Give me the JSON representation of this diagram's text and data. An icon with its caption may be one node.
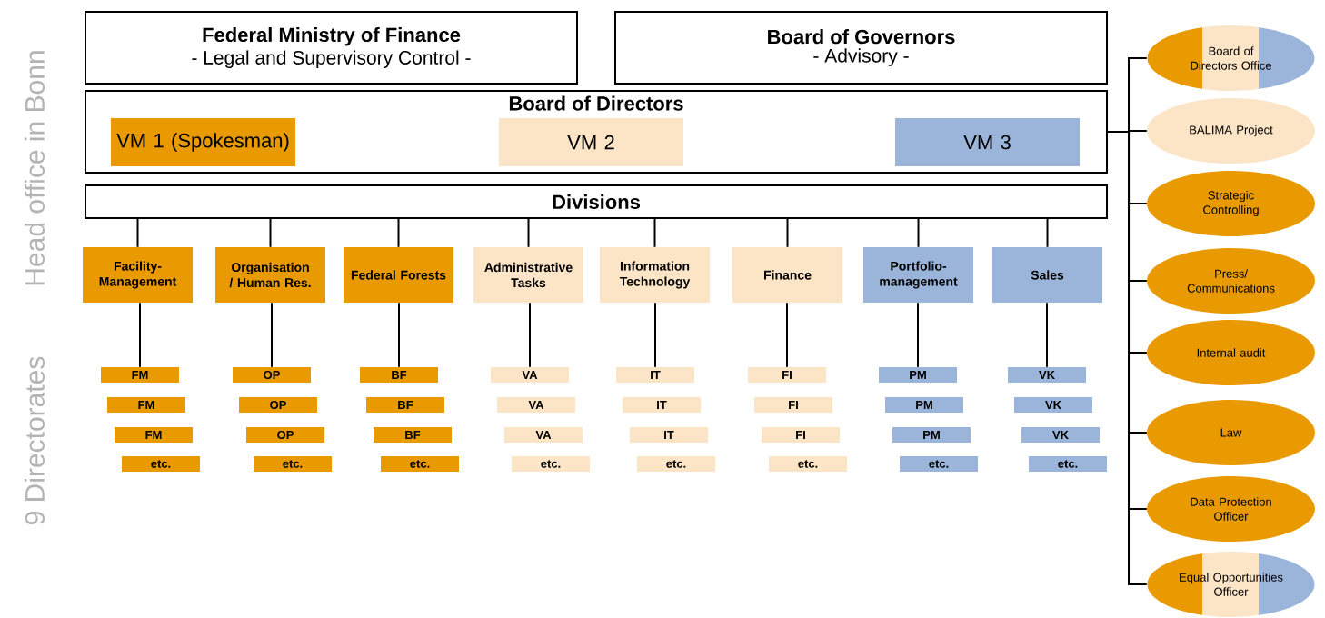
{
  "diagram": {
    "nodes": [
      {
        "text": [
          "Federal Ministry of Finance",
          "- Legal and Supervisory Control -"
        ]
      },
      {
        "text": [
          "Board of Governors",
          "- Advisory -"
        ]
      },
      {
        "text": [
          "Board of Directors"
        ]
      },
      {
        "text": [
          "VM 1 (Spokesman)"
        ],
        "in": 2
      },
      {
        "text": [
          "VM 2"
        ],
        "in": 2
      },
      {
        "text": [
          "VM 3"
        ],
        "in": 2
      },
      {
        "text": [
          "Divisions"
        ]
      },
      {
        "text": [
          "Facility-Management"
        ]
      },
      {
        "text": [
          "Organisation / Human Res."
        ]
      },
      {
        "text": [
          "Federal Forests"
        ]
      },
      {
        "text": [
          "Administrative Tasks"
        ]
      },
      {
        "text": [
          "Information Technology"
        ]
      },
      {
        "text": [
          "Finance"
        ]
      },
      {
        "text": [
          "Portfolio-management"
        ]
      },
      {
        "text": [
          "Sales"
        ]
      },
      {
        "text": [
          "FM"
        ]
      },
      {
        "text": [
          "OP"
        ]
      },
      {
        "text": [
          "BF"
        ]
      },
      {
        "text": [
          "VA"
        ]
      },
      {
        "text": [
          "IT"
        ]
      },
      {
        "text": [
          "FI"
        ]
      },
      {
        "text": [
          "PM"
        ]
      },
      {
        "text": [
          "VK"
        ]
      },
      {
        "text": [
          "FM"
        ]
      },
      {
        "text": [
          "OP"
        ]
      },
      {
        "text": [
          "BF"
        ]
      },
      {
        "text": [
          "VA"
        ]
      },
      {
        "text": [
          "IT"
        ]
      },
      {
        "text": [
          "FI"
        ]
      },
      {
        "text": [
          "PM"
        ]
      },
      {
        "text": [
          "VK"
        ]
      },
      {
        "text": [
          "FM"
        ]
      },
      {
        "text": [
          "OP"
        ]
      },
      {
        "text": [
          "BF"
        ]
      },
      {
        "text": [
          "VA"
        ]
      },
      {
        "text": [
          "IT"
        ]
      },
      {
        "text": [
          "FI"
        ]
      },
      {
        "text": [
          "PM"
        ]
      },
      {
        "text": [
          "VK"
        ]
      },
      {
        "text": [
          "etc."
        ]
      },
      {
        "text": [
          "etc."
        ]
      },
      {
        "text": [
          "etc."
        ]
      },
      {
        "text": [
          "etc."
        ]
      },
      {
        "text": [
          "etc."
        ]
      },
      {
        "text": [
          "etc."
        ]
      },
      {
        "text": [
          "etc."
        ]
      },
      {
        "text": [
          "etc."
        ]
      },
      {
        "text": [
          "Board of Directors Office"
        ]
      },
      {
        "text": [
          "BALIMA Project"
        ]
      },
      {
        "text": [
          "Strategic Controlling"
        ]
      },
      {
        "text": [
          "Press/ Communications"
        ]
      },
      {
        "text": [
          "Internal audit"
        ]
      },
      {
        "text": [
          "Law"
        ]
      },
      {
        "text": [
          "Data Protection Officer"
        ]
      },
      {
        "text": [
          "Equal Opportunities Officer"
        ]
      }
    ],
    "edges": [
      {
        "from": 6,
        "to": 7,
        "arrow": "none"
      },
      {
        "from": 6,
        "to": 8,
        "arrow": "none"
      },
      {
        "from": 6,
        "to": 9,
        "arrow": "none"
      },
      {
        "from": 6,
        "to": 10,
        "arrow": "none"
      },
      {
        "from": 6,
        "to": 11,
        "arrow": "none"
      },
      {
        "from": 6,
        "to": 12,
        "arrow": "none"
      },
      {
        "from": 6,
        "to": 13,
        "arrow": "none"
      },
      {
        "from": 6,
        "to": 14,
        "arrow": "none"
      },
      {
        "from": 7,
        "to": 15,
        "arrow": "none"
      },
      {
        "from": 8,
        "to": 16,
        "arrow": "none"
      },
      {
        "from": 9,
        "to": 17,
        "arrow": "none"
      },
      {
        "from": 10,
        "to": 18,
        "arrow": "none"
      },
      {
        "from": 11,
        "to": 19,
        "arrow": "none"
      },
      {
        "from": 12,
        "to": 20,
        "arrow": "none"
      },
      {
        "from": 13,
        "to": 21,
        "arrow": "none"
      },
      {
        "from": 14,
        "to": 22,
        "arrow": "none"
      },
      {
        "from": 2,
        "to": 47,
        "arrow": "none"
      },
      {
        "from": 2,
        "to": 48,
        "arrow": "none"
      },
      {
        "from": 2,
        "to": 49,
        "arrow": "none"
      },
      {
        "from": 2,
        "to": 50,
        "arrow": "none"
      },
      {
        "from": 2,
        "to": 51,
        "arrow": "none"
      },
      {
        "from": 2,
        "to": 52,
        "arrow": "none"
      },
      {
        "from": 2,
        "to": 53,
        "arrow": "none"
      },
      {
        "from": 2,
        "to": 54,
        "arrow": "none"
      }
    ],
    "labels": [
      "Head office in Bonn",
      "9 Directorates"
    ]
  }
}
